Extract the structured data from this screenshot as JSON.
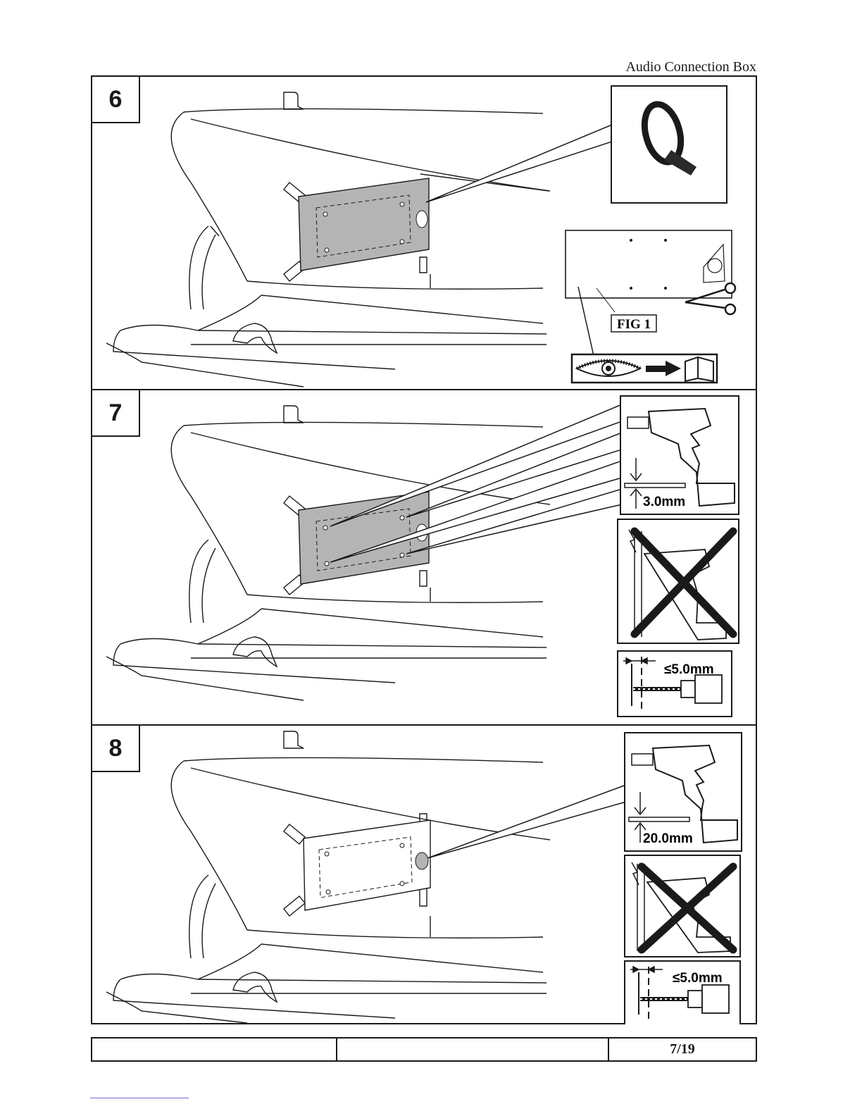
{
  "header": {
    "title": "Audio Connection Box"
  },
  "steps": [
    {
      "number": "6",
      "fig_label": "FIG 1"
    },
    {
      "number": "7",
      "drill_size": "3.0mm",
      "depth_limit": "≤5.0mm"
    },
    {
      "number": "8",
      "drill_size": "20.0mm",
      "depth_limit": "≤5.0mm"
    }
  ],
  "footer": {
    "page": "7/19"
  },
  "icons": [
    "tape-roll-icon",
    "scissors-icon",
    "eye-icon",
    "arrow-right-icon",
    "book-icon",
    "drill-icon",
    "no-hammer-drill-icon",
    "drill-depth-icon"
  ],
  "colors": {
    "line": "#1a1a1a",
    "template_fill": "#b4b4b4",
    "page": "#ffffff"
  }
}
